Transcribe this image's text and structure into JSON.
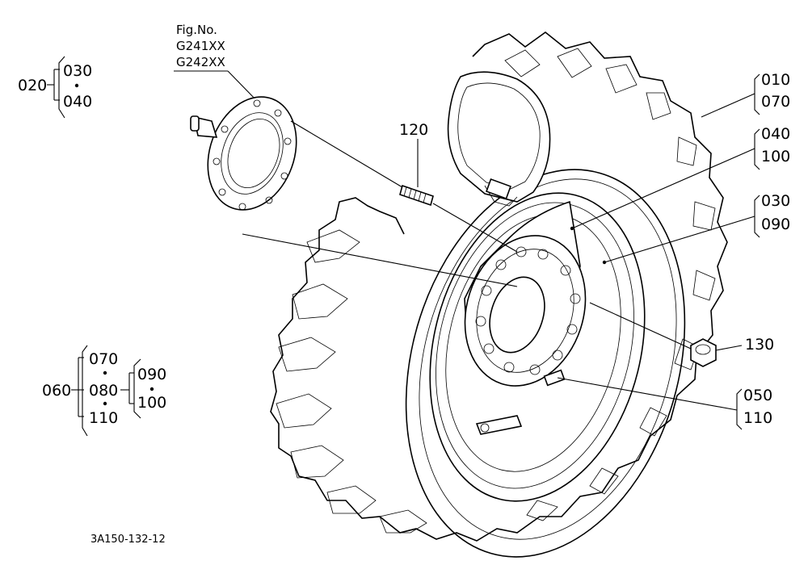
{
  "figure": {
    "fig_no_label": "Fig.No.",
    "fig_numbers": [
      "G241XX",
      "G242XX"
    ],
    "drawing_code": "3A150-132-12"
  },
  "groups": {
    "group_020": {
      "main": "020",
      "items": [
        "030",
        "040"
      ]
    },
    "group_060": {
      "main": "060",
      "items": [
        "070",
        "080",
        "110"
      ],
      "sub_items": [
        "090",
        "100"
      ]
    }
  },
  "callouts": {
    "c120": "120",
    "c130": "130",
    "c010": [
      "010",
      "070"
    ],
    "c040": [
      "040",
      "100"
    ],
    "c030": [
      "030",
      "090"
    ],
    "c050": [
      "050",
      "110"
    ]
  }
}
